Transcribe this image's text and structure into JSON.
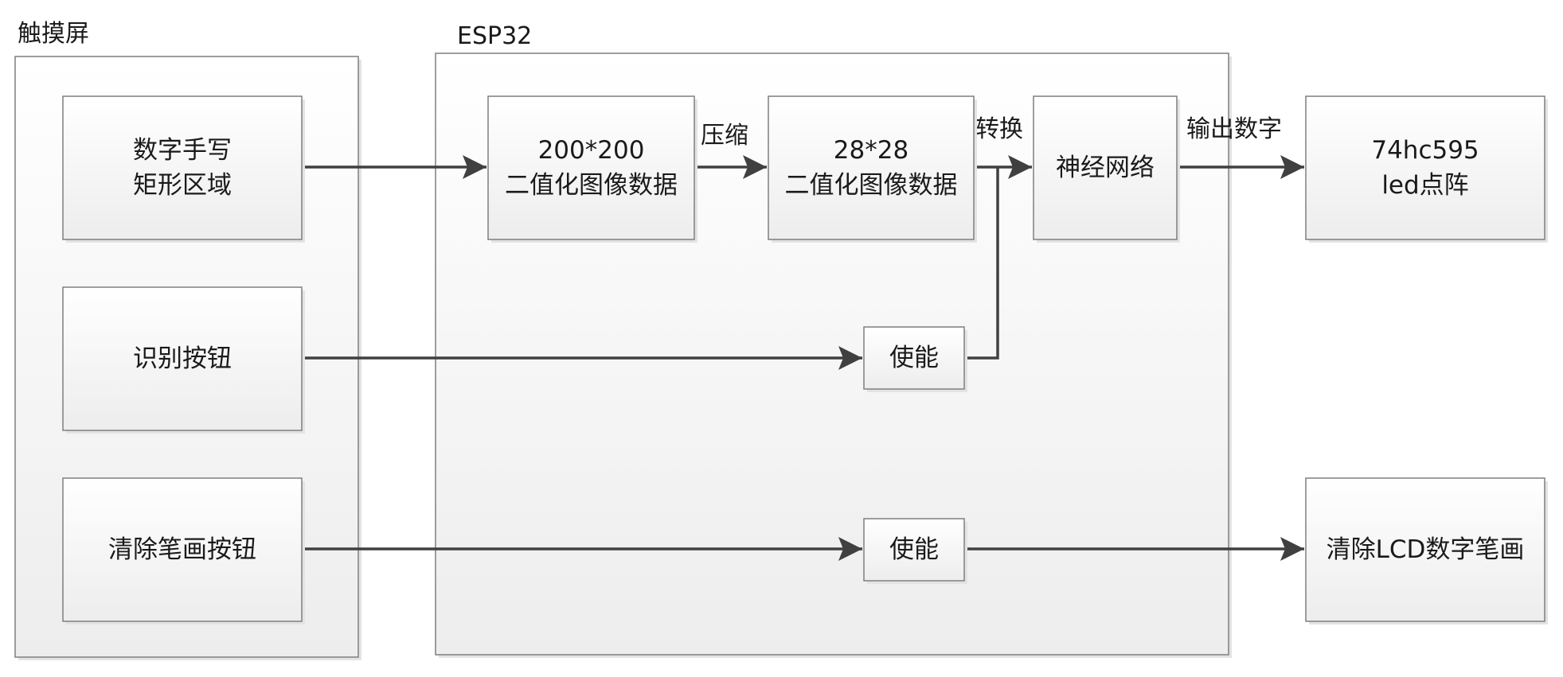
{
  "containers": {
    "touchscreen": {
      "title": "触摸屏"
    },
    "esp32": {
      "title": "ESP32"
    }
  },
  "nodes": {
    "handwriting": {
      "lines": [
        "数字手写",
        "矩形区域"
      ]
    },
    "recognize_button": {
      "lines": [
        "识别按钮"
      ]
    },
    "clear_button": {
      "lines": [
        "清除笔画按钮"
      ]
    },
    "image_200": {
      "lines": [
        "200*200",
        "二值化图像数据"
      ]
    },
    "image_28": {
      "lines": [
        "28*28",
        "二值化图像数据"
      ]
    },
    "neural_network": {
      "lines": [
        "神经网络"
      ]
    },
    "enable_recognize": {
      "lines": [
        "使能"
      ]
    },
    "enable_clear": {
      "lines": [
        "使能"
      ]
    },
    "led_matrix": {
      "lines": [
        "74hc595",
        "led点阵"
      ]
    },
    "clear_lcd": {
      "lines": [
        "清除LCD数字笔画"
      ]
    }
  },
  "edge_labels": {
    "compress": "压缩",
    "convert": "转换",
    "output_digit": "输出数字"
  },
  "colors": {
    "border": "#7f7f7f",
    "arrow": "#404040",
    "text": "#1a1a1a",
    "shadow": "#e3e3e3",
    "fill_top": "#ffffff",
    "fill_bottom": "#ededed"
  }
}
